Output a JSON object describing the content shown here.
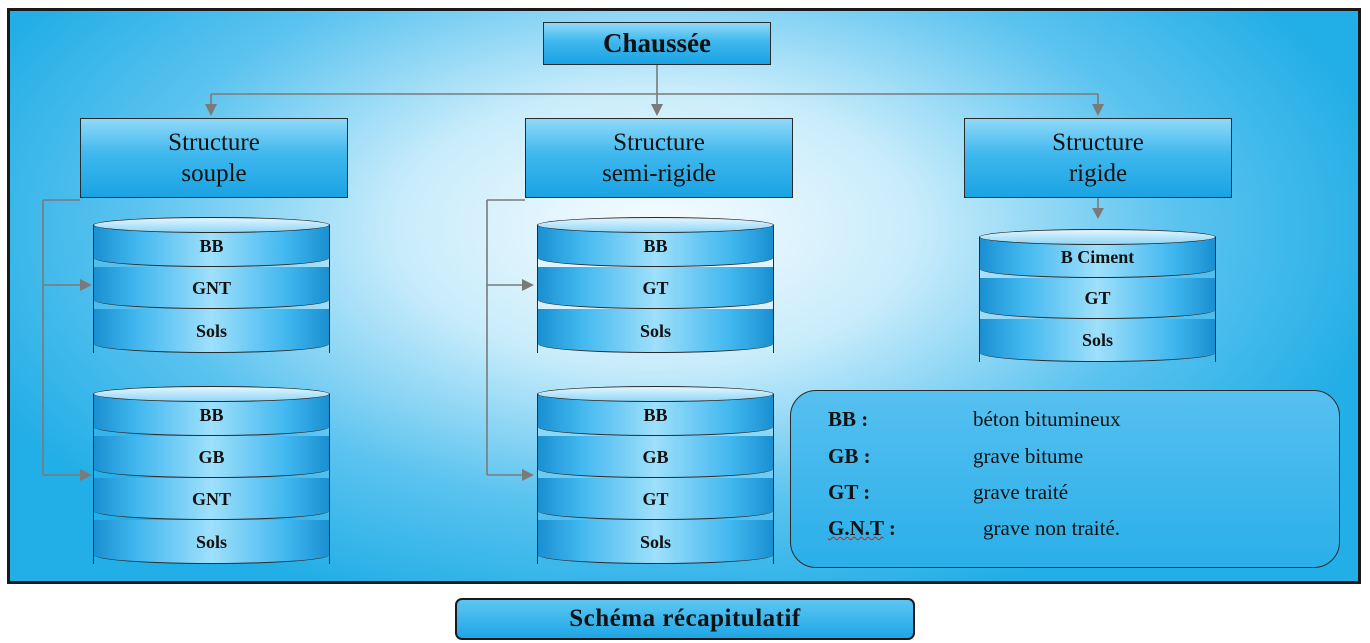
{
  "root": {
    "label": "Chaussée"
  },
  "structures": [
    {
      "key": "souple",
      "label": "Structure souple",
      "variants": [
        [
          "BB",
          "GNT",
          "Sols"
        ],
        [
          "BB",
          "GB",
          "GNT",
          "Sols"
        ]
      ]
    },
    {
      "key": "semi",
      "label": "Structure semi-rigide",
      "variants": [
        [
          "BB",
          "GT",
          "Sols"
        ],
        [
          "BB",
          "GB",
          "GT",
          "Sols"
        ]
      ]
    },
    {
      "key": "rigide",
      "label": "Structure rigide",
      "variants": [
        [
          "B Ciment",
          "GT",
          "Sols"
        ]
      ]
    }
  ],
  "legend": [
    {
      "abbr": "BB :",
      "definition": "béton bitumineux"
    },
    {
      "abbr": "GB :",
      "definition": "grave bitume"
    },
    {
      "abbr": "GT :",
      "definition": "grave traité"
    },
    {
      "abbr": "G.N.T :",
      "definition": "grave non traité."
    }
  ],
  "caption": "Schéma récapitulatif",
  "colors": {
    "frame_edge": "#22aee6",
    "frame_center": "#f7fcff",
    "box_fill": "#1aa3e3",
    "connector": "#7a7a7a",
    "border": "#2a2a2a"
  }
}
